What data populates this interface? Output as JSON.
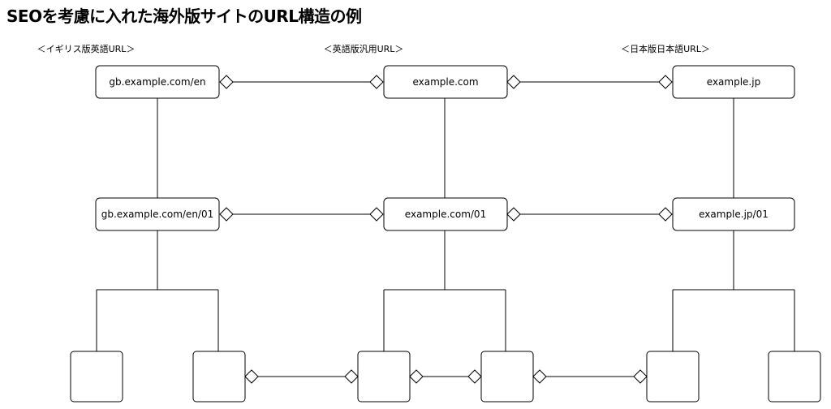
{
  "title": "SEOを考慮に入れた海外版サイトのURL構造の例",
  "columns": [
    {
      "label": "＜イギリス版英語URL＞",
      "top": "gb.example.com/en",
      "mid": "gb.example.com/en/01"
    },
    {
      "label": "＜英語版汎用URL＞",
      "top": "example.com",
      "mid": "example.com/01"
    },
    {
      "label": "＜日本版日本語URL＞",
      "top": "example.jp",
      "mid": "example.jp/01"
    }
  ]
}
